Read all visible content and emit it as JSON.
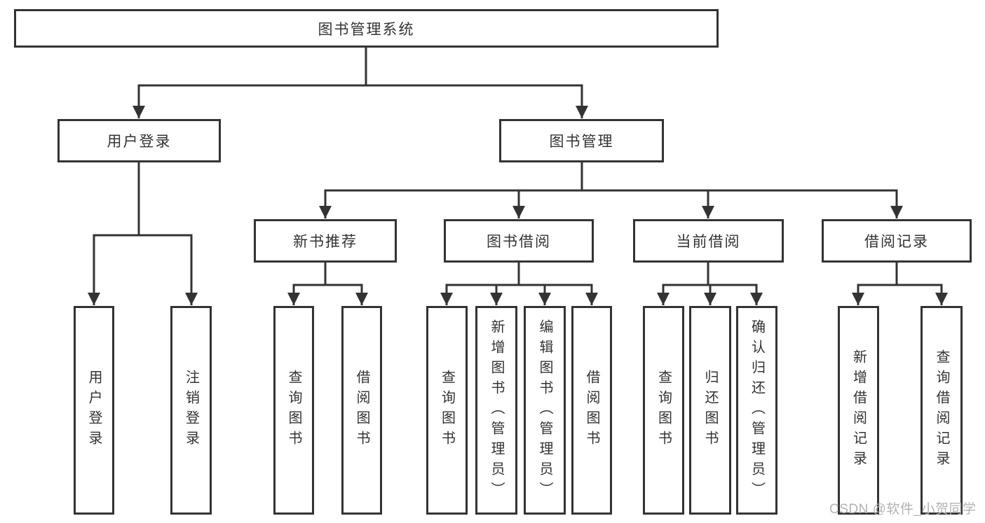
{
  "colors": {
    "line": "#333333",
    "border": "#333333",
    "text": "#333333",
    "background": "#ffffff",
    "watermark": "#b2b2b2"
  },
  "diagram": {
    "root": "图书管理系统",
    "level2": {
      "user_login": "用户登录",
      "book_management": "图书管理"
    },
    "level3": {
      "new_book": "新书推荐",
      "book_borrow": "图书借阅",
      "current_borrow": "当前借阅",
      "borrow_records": "借阅记录"
    },
    "leaves": {
      "user_login": [
        "用户登录",
        "注销登录"
      ],
      "new_book": [
        "查询图书",
        "借阅图书"
      ],
      "book_borrow": [
        "查询图书",
        "新增图书（管理员）",
        "编辑图书（管理员）",
        "借阅图书"
      ],
      "current_borrow": [
        "查询图书",
        "归还图书",
        "确认归还（管理员）"
      ],
      "borrow_records": [
        "新增借阅记录",
        "查询借阅记录"
      ]
    }
  },
  "watermark": {
    "text": "CSDN @软件_小贺同学"
  }
}
